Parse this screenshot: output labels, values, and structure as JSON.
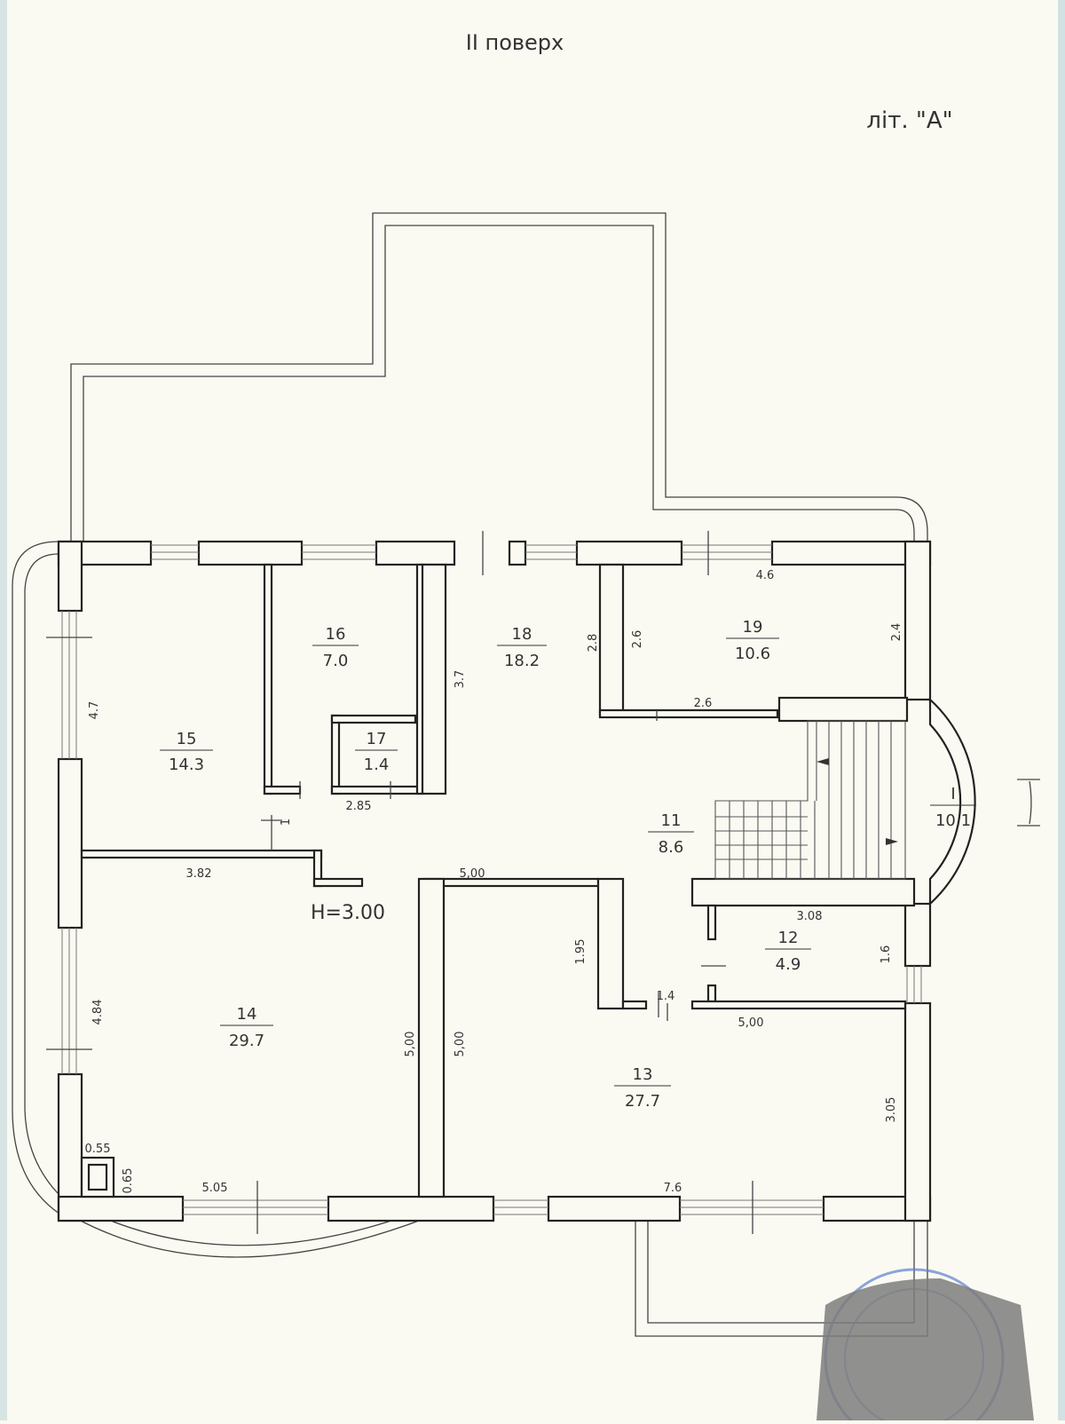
{
  "header": {
    "floor_title": "ІІ поверх",
    "litera": "літ. \"А\""
  },
  "height_label": "Н=3.00",
  "rooms": [
    {
      "id": "15",
      "area": "14.3"
    },
    {
      "id": "16",
      "area": "7.0"
    },
    {
      "id": "17",
      "area": "1.4"
    },
    {
      "id": "18",
      "area": "18.2"
    },
    {
      "id": "19",
      "area": "10.6"
    },
    {
      "id": "11",
      "area": "8.6"
    },
    {
      "id": "І",
      "area": "10.1"
    },
    {
      "id": "12",
      "area": "4.9"
    },
    {
      "id": "14",
      "area": "29.7"
    },
    {
      "id": "13",
      "area": "27.7"
    }
  ],
  "dimensions": [
    "4.7",
    "3.7",
    "2.8",
    "2.6",
    "4.6",
    "2.4",
    "2.6",
    "2.85",
    "1",
    "3.82",
    "5,00",
    "1.95",
    "3.08",
    "1.6",
    "1.4",
    "5,00",
    "4.84",
    "5,00",
    "5,00",
    "3.05",
    "0.55",
    "0.65",
    "5.05",
    "7.6"
  ],
  "colors": {
    "background": "#fbfaf2",
    "wall_stroke": "#222222",
    "stamp": "#5b7fd1"
  }
}
